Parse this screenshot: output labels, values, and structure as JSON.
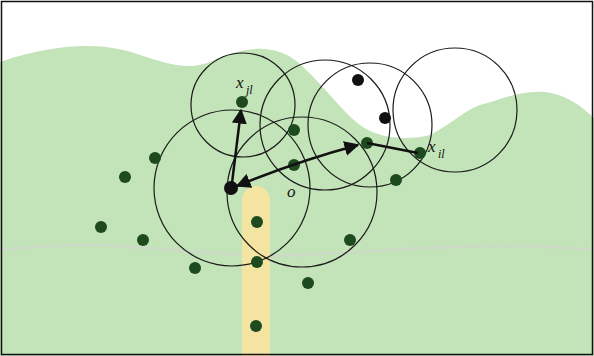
{
  "diagram": {
    "labels": [
      "x",
      "jl",
      "x",
      "il",
      "o"
    ]
  }
}
